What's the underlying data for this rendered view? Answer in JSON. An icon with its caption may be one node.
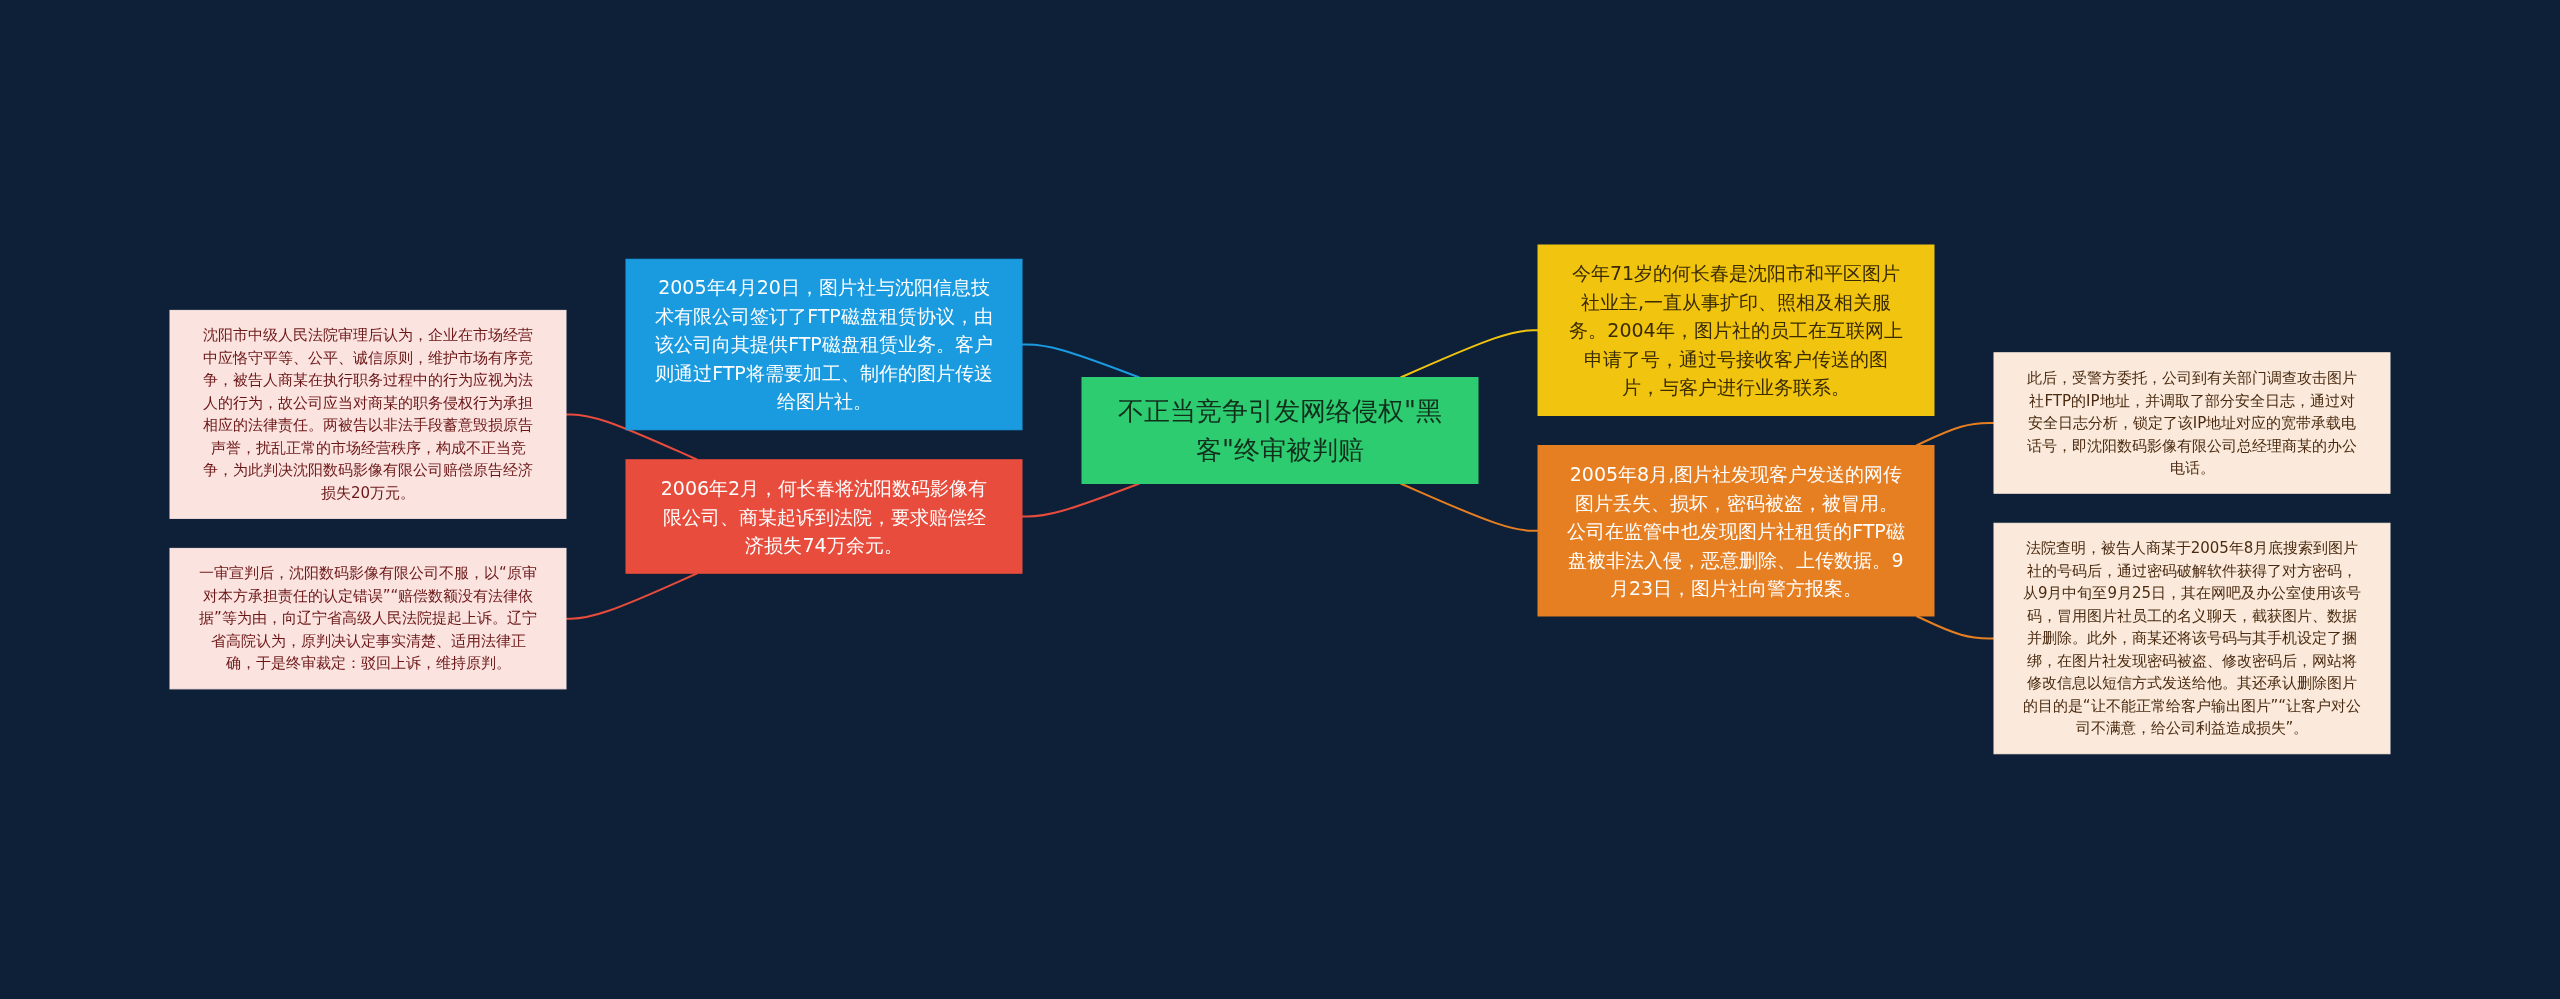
{
  "diagram": {
    "nodes": [
      {
        "text": [
          "不正当竞争引发网络侵权\"黑客\"终审被判赔"
        ]
      },
      {
        "text": [
          "2005年4月20日，图片社与沈阳信息技术有限公司签订了FTP磁盘租赁协议，由该公司向其提供FTP磁盘租赁业务。客户则通过FTP将需要加工、制作的图片传送给图片社。"
        ]
      },
      {
        "text": [
          "2006年2月，何长春将沈阳数码影像有限公司、商某起诉到法院，要求赔偿经济损失74万余元。"
        ]
      },
      {
        "text": [
          "沈阳市中级人民法院审理后认为，企业在市场经营中应恪守平等、公平、诚信原则，维护市场有序竞争，被告人商某在执行职务过程中的行为应视为法人的行为，故公司应当对商某的职务侵权行为承担相应的法律责任。两被告以非法手段蓄意毁损原告声誉，扰乱正常的市场经营秩序，构成不正当竞争，为此判决沈阳数码影像有限公司赔偿原告经济损失20万元。"
        ]
      },
      {
        "text": [
          "一审宣判后，沈阳数码影像有限公司不服，以“原审对本方承担责任的认定错误”“赔偿数额没有法律依据”等为由，向辽宁省高级人民法院提起上诉。辽宁省高院认为，原判决认定事实清楚、适用法律正确，于是终审裁定：驳回上诉，维持原判。"
        ]
      },
      {
        "text": [
          "今年71岁的何长春是沈阳市和平区图片社业主,一直从事扩印、照相及相关服务。2004年，图片社的员工在互联网上申请了号，通过号接收客户传送的图片，与客户进行业务联系。"
        ]
      },
      {
        "text": [
          "2005年8月,图片社发现客户发送的网传图片丢失、损坏，密码被盗，被冒用。公司在监管中也发现图片社租赁的FTP磁盘被非法入侵，恶意删除、上传数据。9月23日，图片社向警方报案。"
        ]
      },
      {
        "text": [
          "此后，受警方委托，公司到有关部门调查攻击图片社FTP的IP地址，并调取了部分安全日志，通过对安全日志分析，锁定了该IP地址对应的宽带承载电话号，即沈阳数码影像有限公司总经理商某的办公电话。"
        ]
      },
      {
        "text": [
          "法院查明，被告人商某于2005年8月底搜索到图片社的号码后，通过密码破解软件获得了对方密码，从9月中旬至9月25日，其在网吧及办公室使用该号码，冒用图片社员工的名义聊天，截获图片、数据并删除。此外，商某还将该号码与其手机设定了捆绑，在图片社发现密码被盗、修改密码后，网站将修改信息以短信方式发送给他。其还承认删除图片的目的是“让不能正常给客户输出图片”“让客户对公司不满意，给公司利益造成损失”。"
        ]
      }
    ],
    "edges": [
      {
        "from": 0,
        "to": 1,
        "arrow": "none",
        "color": "#1a9be0"
      },
      {
        "from": 0,
        "to": 2,
        "arrow": "none",
        "color": "#e74c3c"
      },
      {
        "from": 2,
        "to": 3,
        "arrow": "none",
        "color": "#e74c3c"
      },
      {
        "from": 2,
        "to": 4,
        "arrow": "none",
        "color": "#e74c3c"
      },
      {
        "from": 0,
        "to": 5,
        "arrow": "none",
        "color": "#f1c40f"
      },
      {
        "from": 0,
        "to": 6,
        "arrow": "none",
        "color": "#e67e22"
      },
      {
        "from": 6,
        "to": 7,
        "arrow": "none",
        "color": "#e67e22"
      },
      {
        "from": 6,
        "to": 8,
        "arrow": "none",
        "color": "#e67e22"
      }
    ]
  }
}
